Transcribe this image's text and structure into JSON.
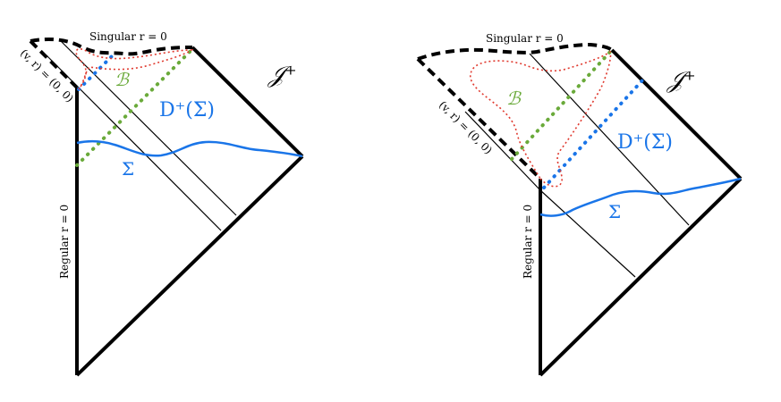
{
  "colors": {
    "boundary": "#000000",
    "sigma": "#1a75e8",
    "domain_dependence": "#1a75e8",
    "bset": "#6aaa3a",
    "bregion": "#e03a2f"
  },
  "left": {
    "singular_label": "Singular r = 0",
    "origin_label": "(v, r) = (0, 0)",
    "regular_label": "Regular r = 0",
    "bset_label": "ℬ",
    "domain_label": "D⁺(Σ)",
    "sigma_label": "Σ",
    "scri_label": "𝒥⁺"
  },
  "right": {
    "singular_label": "Singular r = 0",
    "origin_label": "(v, r) = (0, 0)",
    "regular_label": "Regular r = 0",
    "bset_label": "ℬ",
    "domain_label": "D⁺(Σ)",
    "sigma_label": "Σ",
    "scri_label": "𝒥⁺"
  }
}
